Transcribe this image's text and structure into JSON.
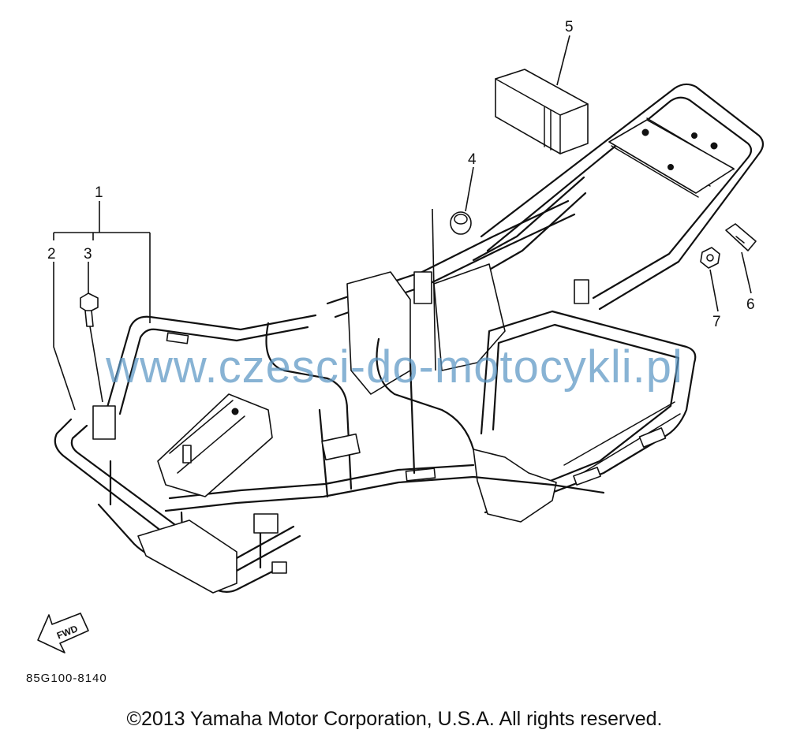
{
  "callouts": {
    "c1": "1",
    "c2": "2",
    "c3": "3",
    "c4": "4",
    "c5": "5",
    "c6": "6",
    "c7": "7"
  },
  "fwd_label": "FWD",
  "drawing_code": "85G100-8140",
  "watermark": "www.czesci-do-motocykli.pl",
  "copyright": "©2013 Yamaha Motor Corporation, U.S.A. All rights reserved.",
  "colors": {
    "line": "#111111",
    "watermark": "#5a96c3",
    "background": "#ffffff"
  }
}
